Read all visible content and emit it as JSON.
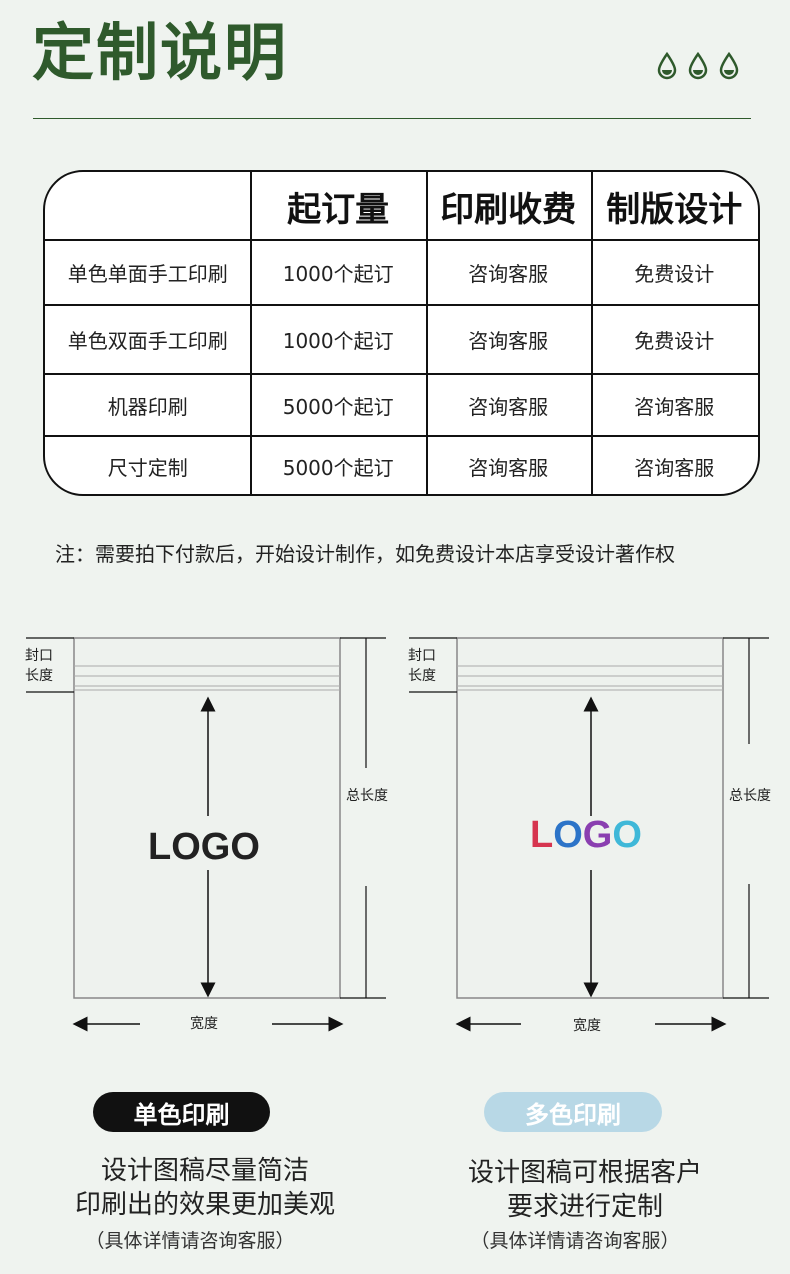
{
  "header": {
    "title": "定制说明",
    "accent_color": "#2f5a2c",
    "decoration_icons": [
      "water-drop-icon",
      "water-drop-icon",
      "water-drop-icon"
    ]
  },
  "table": {
    "headers": [
      "",
      "起订量",
      "印刷收费",
      "制版设计"
    ],
    "rows": [
      [
        "单色单面手工印刷",
        "1000个起订",
        "咨询客服",
        "免费设计"
      ],
      [
        "单色双面手工印刷",
        "1000个起订",
        "咨询客服",
        "免费设计"
      ],
      [
        "机器印刷",
        "5000个起订",
        "咨询客服",
        "咨询客服"
      ],
      [
        "尺寸定制",
        "5000个起订",
        "咨询客服",
        "咨询客服"
      ]
    ]
  },
  "note": "注：需要拍下付款后，开始设计制作，如免费设计本店享受设计著作权",
  "diagrams": [
    {
      "seal_label_line1": "封口",
      "seal_label_line2": "长度",
      "total_length_label": "总长度",
      "width_label": "宽度",
      "logo": "LOGO",
      "logo_style": "single-color",
      "badge": "单色印刷",
      "badge_bg": "#111111",
      "badge_fg": "#ffffff",
      "desc_line1": "设计图稿尽量简洁",
      "desc_line2": "印刷出的效果更加美观",
      "sub": "（具体详情请咨询客服）"
    },
    {
      "seal_label_line1": "封口",
      "seal_label_line2": "长度",
      "total_length_label": "总长度",
      "width_label": "宽度",
      "logo": "LOGO",
      "logo_style": "multi-color",
      "logo_colors": [
        "#d6354f",
        "#2c74c8",
        "#8a3fb0",
        "#3fb8d8"
      ],
      "badge": "多色印刷",
      "badge_bg": "#b8d8e6",
      "badge_fg": "#ffffff",
      "desc_line1": "设计图稿可根据客户",
      "desc_line2": "要求进行定制",
      "sub": "（具体详情请咨询客服）"
    }
  ]
}
